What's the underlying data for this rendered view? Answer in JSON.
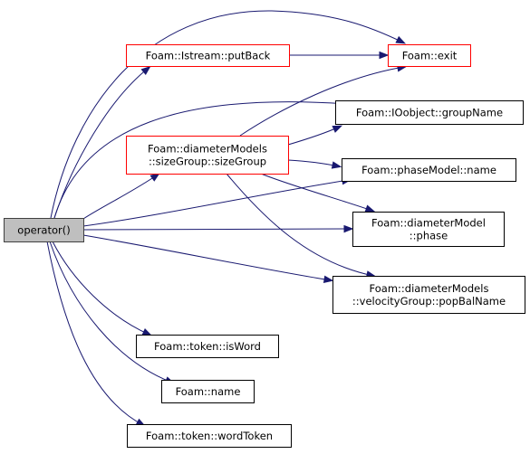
{
  "colors": {
    "edge": "#191970",
    "root_fill": "#bfbfbf",
    "root_border": "#404040",
    "node_fill": "#ffffff",
    "node_border_default": "#000000",
    "node_border_highlight": "#ff0000"
  },
  "nodes": {
    "operator": {
      "lines": [
        "operator()"
      ],
      "style": "root"
    },
    "istream_putback": {
      "lines": [
        "Foam::Istream::putBack"
      ],
      "style": "red"
    },
    "exit": {
      "lines": [
        "Foam::exit"
      ],
      "style": "red"
    },
    "groupname": {
      "lines": [
        "Foam::IOobject::groupName"
      ],
      "style": "black"
    },
    "sizegroup": {
      "lines": [
        "Foam::diameterModels",
        "::sizeGroup::sizeGroup"
      ],
      "style": "red"
    },
    "phasemodel_name": {
      "lines": [
        "Foam::phaseModel::name"
      ],
      "style": "black"
    },
    "diametermodel_phase": {
      "lines": [
        "Foam::diameterModel",
        "::phase"
      ],
      "style": "black"
    },
    "popbalname": {
      "lines": [
        "Foam::diameterModels",
        "::velocityGroup::popBalName"
      ],
      "style": "black"
    },
    "isword": {
      "lines": [
        "Foam::token::isWord"
      ],
      "style": "black"
    },
    "name": {
      "lines": [
        "Foam::name"
      ],
      "style": "black"
    },
    "wordtoken": {
      "lines": [
        "Foam::token::wordToken"
      ],
      "style": "black"
    }
  },
  "edges": [
    [
      "operator",
      "exit"
    ],
    [
      "operator",
      "istream_putback"
    ],
    [
      "operator",
      "groupname"
    ],
    [
      "operator",
      "sizegroup"
    ],
    [
      "operator",
      "phasemodel_name"
    ],
    [
      "operator",
      "diametermodel_phase"
    ],
    [
      "operator",
      "popbalname"
    ],
    [
      "operator",
      "isword"
    ],
    [
      "operator",
      "name"
    ],
    [
      "operator",
      "wordtoken"
    ],
    [
      "istream_putback",
      "exit"
    ],
    [
      "sizegroup",
      "exit"
    ],
    [
      "sizegroup",
      "groupname"
    ],
    [
      "sizegroup",
      "phasemodel_name"
    ],
    [
      "sizegroup",
      "diametermodel_phase"
    ],
    [
      "sizegroup",
      "popbalname"
    ]
  ]
}
